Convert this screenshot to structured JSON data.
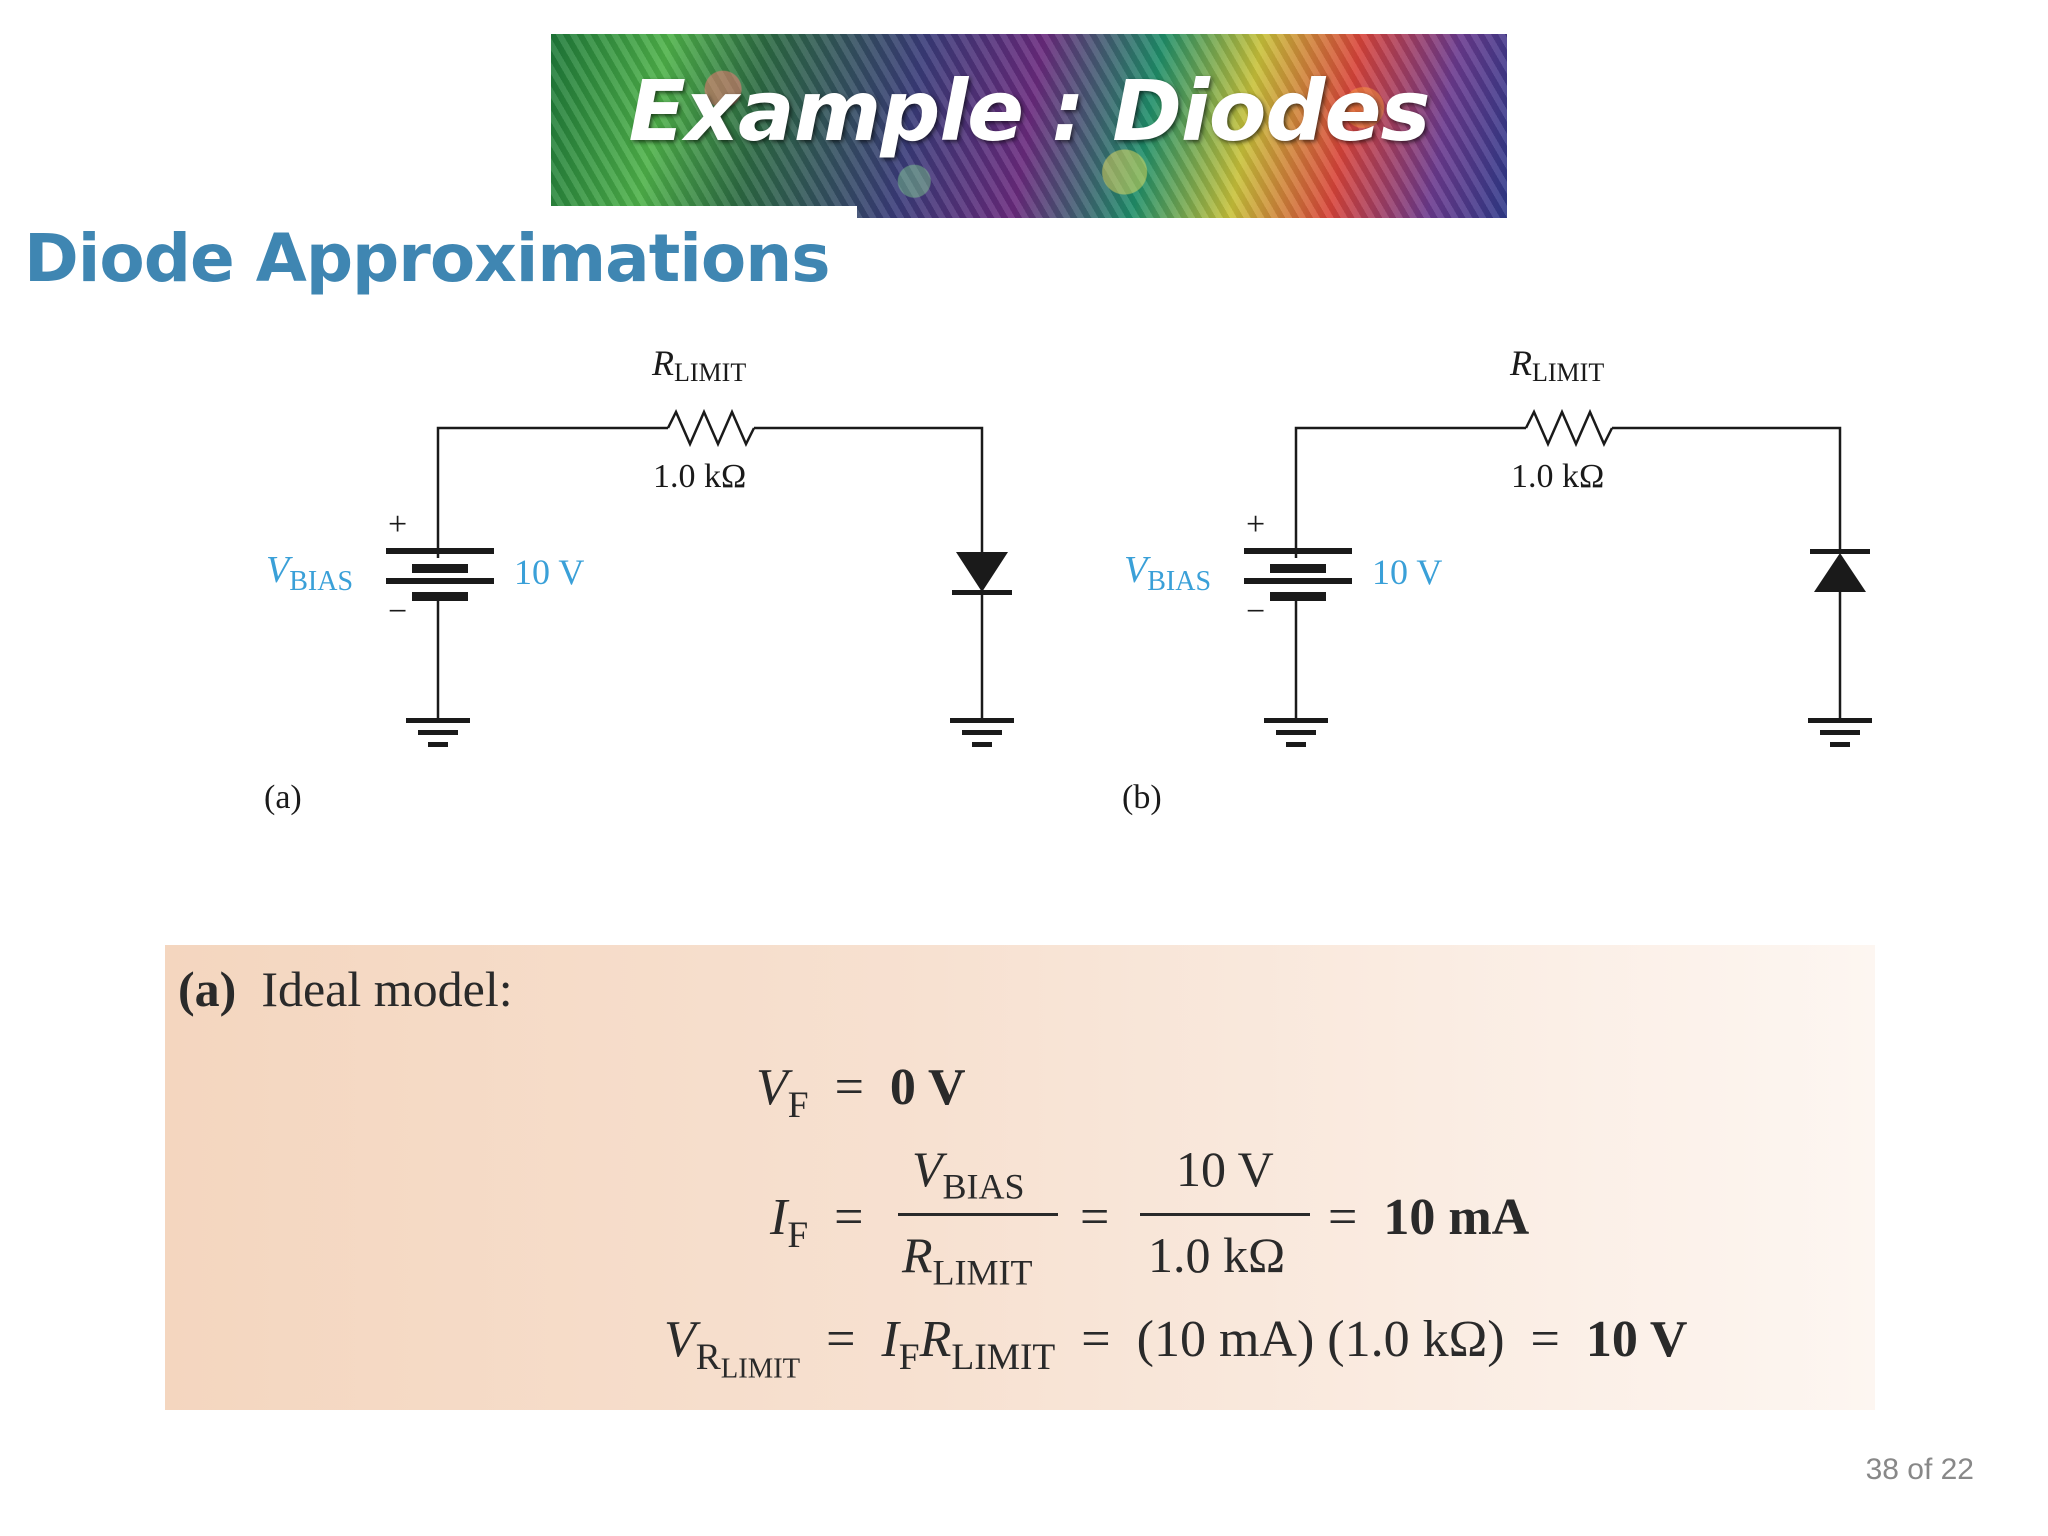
{
  "header": {
    "title": "Example  : Diodes"
  },
  "section": {
    "title": "Diode Approximations"
  },
  "circuits": [
    {
      "label": "(a)",
      "r_name": "R",
      "r_sub": "LIMIT",
      "r_value": "1.0 kΩ",
      "v_name": "V",
      "v_sub": "BIAS",
      "v_value": "10 V",
      "plus": "+",
      "minus": "−"
    },
    {
      "label": "(b)",
      "r_name": "R",
      "r_sub": "LIMIT",
      "r_value": "1.0 kΩ",
      "v_name": "V",
      "v_sub": "BIAS",
      "v_value": "10 V",
      "plus": "+",
      "minus": "−"
    }
  ],
  "model": {
    "heading_letter": "(a)",
    "heading_text": "Ideal model:",
    "eq1": {
      "lhs": "V",
      "lhs_sub": "F",
      "eq": "=",
      "rhs": "0 V"
    },
    "eq2": {
      "lhs": "I",
      "lhs_sub": "F",
      "eq": "=",
      "num1": "V",
      "num1_sub": "BIAS",
      "den1": "R",
      "den1_sub": "LIMIT",
      "num2": "10 V",
      "den2": "1.0 kΩ",
      "result": "10 mA"
    },
    "eq3": {
      "lhs": "V",
      "lhs_sub": "R",
      "lhs_subsub": "LIMIT",
      "eq": "=",
      "mid": "I",
      "mid_sub": "F",
      "mid2": "R",
      "mid2_sub": "LIMIT",
      "expr": "(10 mA) (1.0 kΩ)",
      "result": "10 V"
    }
  },
  "footer": {
    "page": "38 of 22"
  },
  "colors": {
    "title_blue": "#3f86b2",
    "label_blue": "#3aa0d8",
    "panel": "#f4d6bf"
  }
}
